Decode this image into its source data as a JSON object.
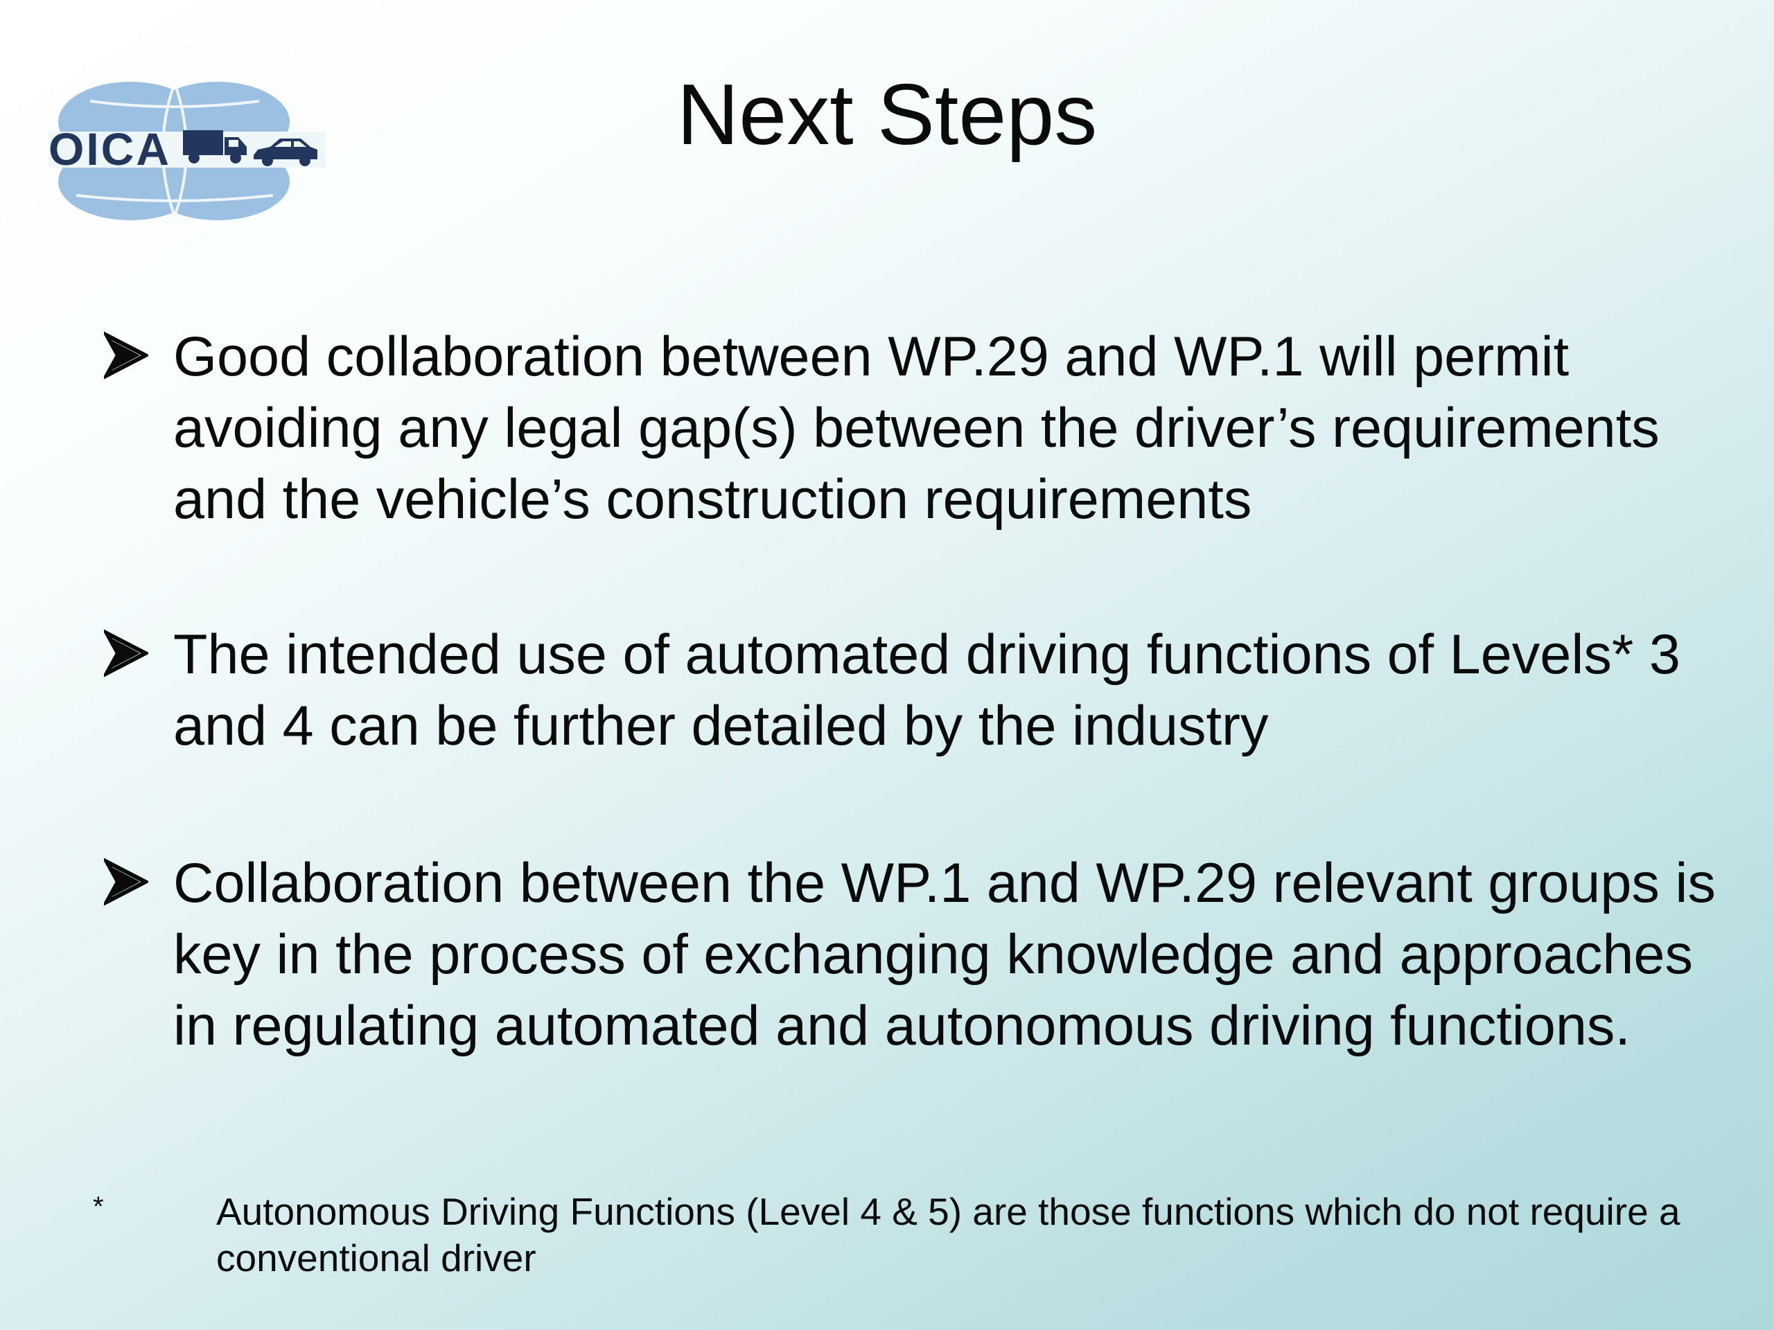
{
  "slide": {
    "title": "Next Steps",
    "logo": {
      "text": "OICA",
      "icons": [
        "globe-icon",
        "truck-icon",
        "car-icon"
      ],
      "colors": {
        "text": "#22365e",
        "globe": "#9cc0e2",
        "vehicles": "#22365e"
      }
    },
    "bullets": [
      {
        "text": "Good collaboration between WP.29 and WP.1 will permit avoiding any legal gap(s) between the driver’s requirements and the vehicle’s construction requirements"
      },
      {
        "text": "The intended use of automated driving functions of Levels* 3 and 4 can be further detailed by the industry"
      },
      {
        "text": "Collaboration between the WP.1 and WP.29 relevant groups is key in the process of exchanging knowledge and approaches in regulating automated and autonomous driving functions."
      }
    ],
    "bullet_icon": "arrowhead-bullet-icon",
    "footnote": {
      "marker": "*",
      "text": "Autonomous Driving Functions (Level 4 & 5) are those functions which do not require a conventional driver"
    },
    "colors": {
      "background_start": "#ffffff",
      "background_end": "#aed8dc",
      "text": "#0b0b0b"
    }
  }
}
